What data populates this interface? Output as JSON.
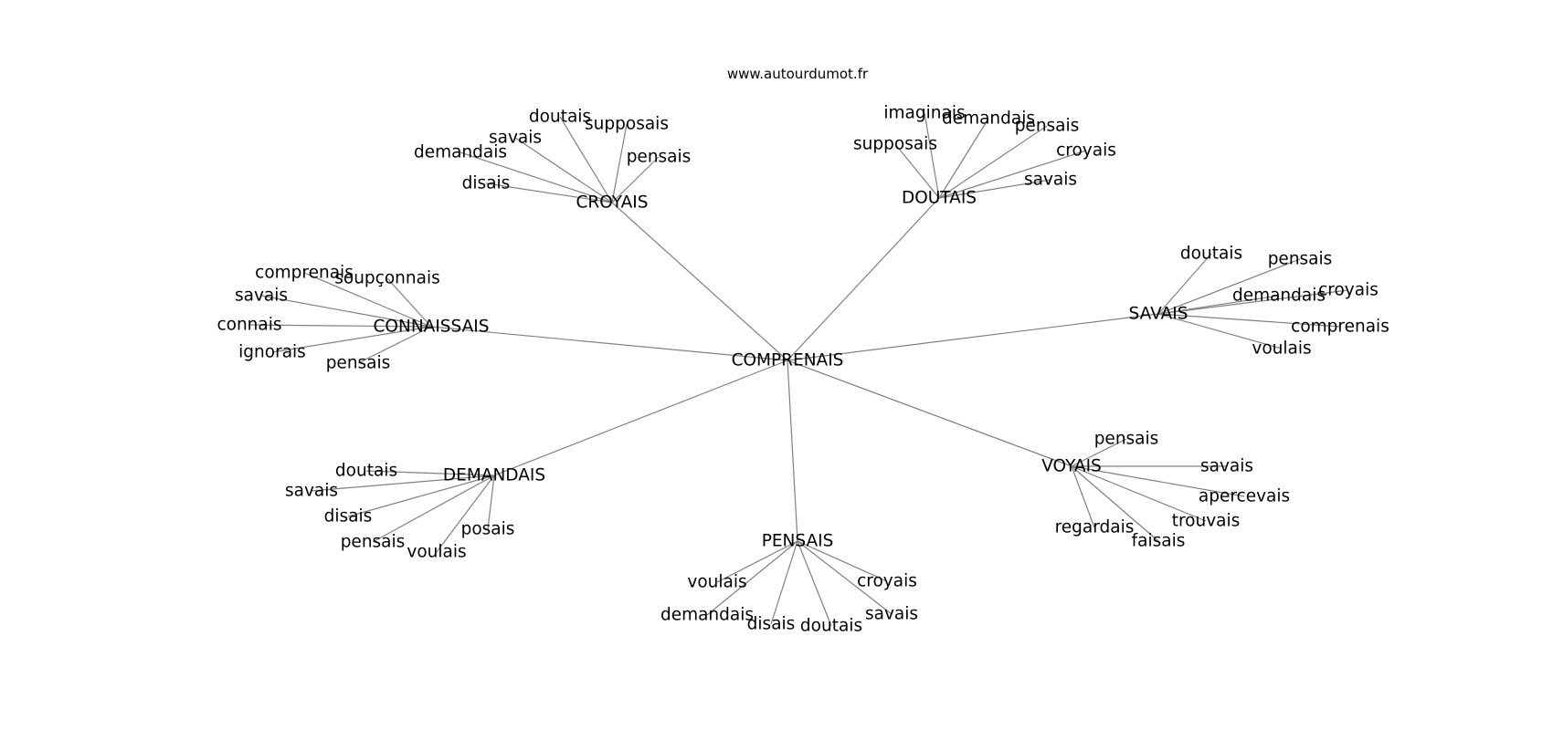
{
  "site": "www.autourdumot.fr",
  "root": "COMPRENAIS",
  "hubs": [
    {
      "label": "CROYAIS",
      "leaves": [
        "doutais",
        "supposais",
        "savais",
        "demandais",
        "pensais",
        "disais"
      ]
    },
    {
      "label": "DOUTAIS",
      "leaves": [
        "imaginais",
        "demandais",
        "pensais",
        "supposais",
        "croyais",
        "savais"
      ]
    },
    {
      "label": "CONNAISSAIS",
      "leaves": [
        "comprenais",
        "soupçonnais",
        "savais",
        "connais",
        "ignorais",
        "pensais"
      ]
    },
    {
      "label": "SAVAIS",
      "leaves": [
        "doutais",
        "pensais",
        "demandais",
        "croyais",
        "comprenais",
        "voulais"
      ]
    },
    {
      "label": "DEMANDAIS",
      "leaves": [
        "doutais",
        "savais",
        "disais",
        "posais",
        "pensais",
        "voulais"
      ]
    },
    {
      "label": "VOYAIS",
      "leaves": [
        "pensais",
        "savais",
        "apercevais",
        "trouvais",
        "regardais",
        "faisais"
      ]
    },
    {
      "label": "PENSAIS",
      "leaves": [
        "voulais",
        "croyais",
        "demandais",
        "savais",
        "disais",
        "doutais"
      ]
    }
  ]
}
